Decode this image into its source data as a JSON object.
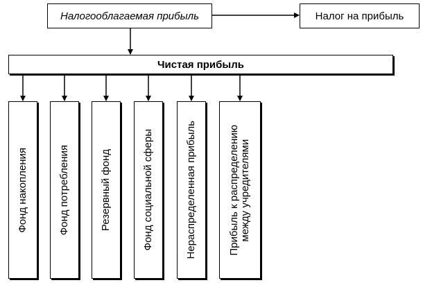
{
  "diagram": {
    "taxable_profit": "Налогооблагаемая прибыль",
    "profit_tax": "Налог на прибыль",
    "net_profit": "Чистая прибыль",
    "funds": [
      "Фонд накопления",
      "Фонд потребления",
      "Резервный фонд",
      "Фонд социальной сферы",
      "Нераспределенная прибыль",
      "Прибыль к распределению\nмежду учредителями"
    ]
  }
}
